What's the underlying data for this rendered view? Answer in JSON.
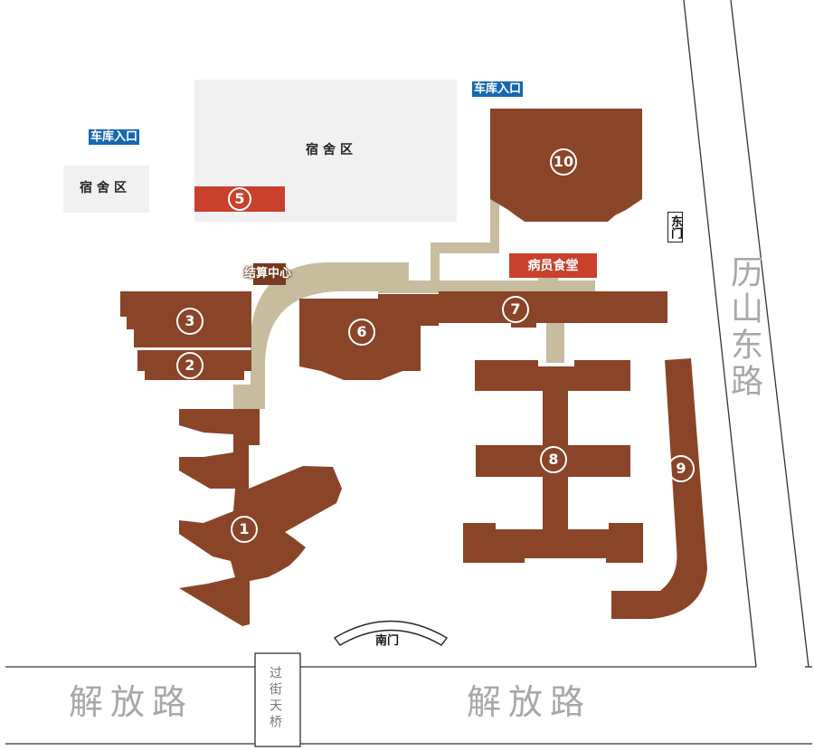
{
  "roads": {
    "south_left": "解放路",
    "south_right": "解放路",
    "east": "历山东路",
    "bridge": "过街天桥"
  },
  "gates": {
    "east_gate": "东门",
    "south_gate": "南门"
  },
  "garage_entrances": {
    "left": "车库入口",
    "top": "车库入口"
  },
  "zones": {
    "dorm_left": "宿舍区",
    "dorm_top": "宿舍区",
    "settlement_center": "结算中心",
    "patient_canteen": "病员食堂"
  },
  "buildings": {
    "b1": "1",
    "b2": "2",
    "b3": "3",
    "b5": "5",
    "b6": "6",
    "b7": "7",
    "b8": "8",
    "b9": "9",
    "b10": "10"
  },
  "colors": {
    "building": "#8a4427",
    "walkway": "#c8bc9e",
    "dorm_area": "#f1f1f1",
    "garage_tag": "#1867b1",
    "highlight_tag": "#c9402c",
    "road_text": "#a8a8a8"
  }
}
